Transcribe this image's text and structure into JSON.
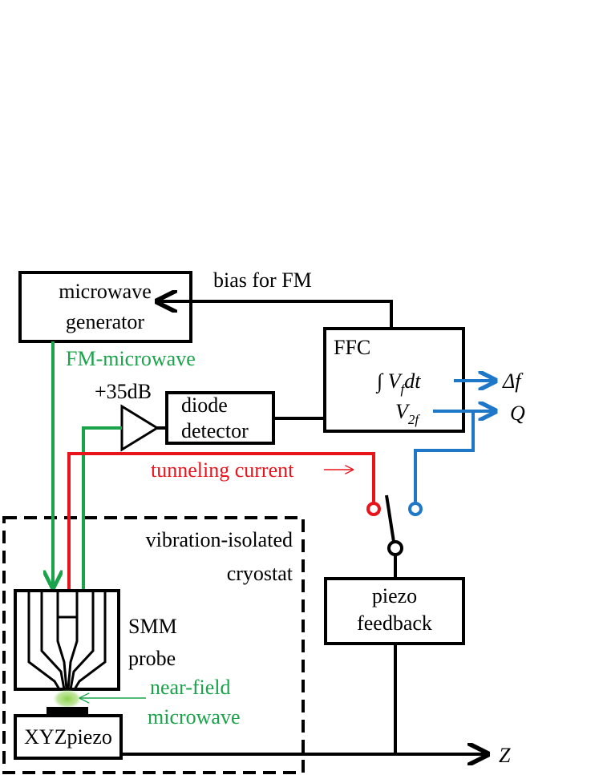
{
  "blocks": {
    "microwave_generator": [
      "microwave",
      "generator"
    ],
    "ffc": "FFC",
    "diode_detector": [
      "diode",
      "detector"
    ],
    "piezo_feedback": [
      "piezo",
      "feedback"
    ],
    "xyz_piezo": "XYZpiezo",
    "smm_probe": [
      "SMM",
      "probe"
    ]
  },
  "labels": {
    "bias_for_fm": "bias for FM",
    "fm_microwave": "FM-microwave",
    "amp_gain": "+35dB",
    "tunneling_current": "tunneling current",
    "cryostat": [
      "vibration-isolated",
      "cryostat"
    ],
    "near_field": [
      "near-field",
      "microwave"
    ],
    "ffc_integral": "∫ V",
    "ffc_integral_sub": "f",
    "ffc_integral_tail": "dt",
    "ffc_v2f": "V",
    "ffc_v2f_sub": "2f",
    "out_delta_f": "Δf",
    "out_q": "Q",
    "z_axis": "Z"
  },
  "colors": {
    "microwave_signal": "#1aa34a",
    "tunneling_current": "#e8141b",
    "ffc_outputs": "#1f77c8",
    "near_field_glow": "#8cd24a",
    "line": "#000000"
  }
}
